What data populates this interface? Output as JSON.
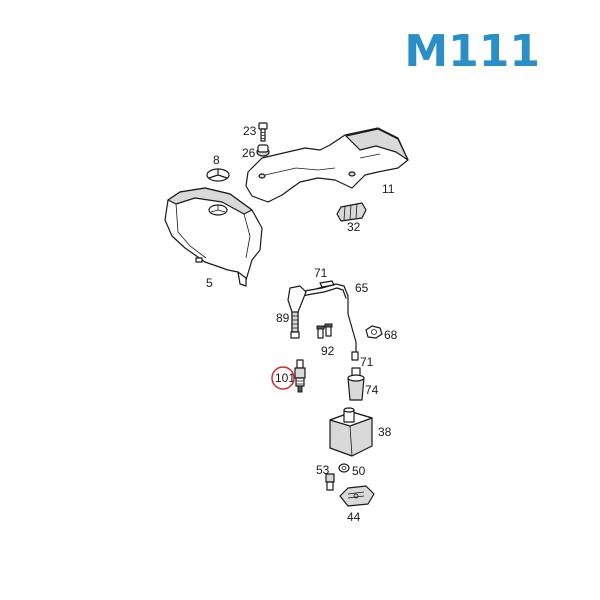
{
  "diagram": {
    "title": "M111",
    "title_color": "#2a8fc6",
    "highlight_color": "#d62828",
    "highlighted_part": "101",
    "parts": [
      {
        "id": "23",
        "label": "23"
      },
      {
        "id": "26",
        "label": "26"
      },
      {
        "id": "8",
        "label": "8"
      },
      {
        "id": "11",
        "label": "11"
      },
      {
        "id": "32",
        "label": "32"
      },
      {
        "id": "5",
        "label": "5"
      },
      {
        "id": "71a",
        "label": "71"
      },
      {
        "id": "65",
        "label": "65"
      },
      {
        "id": "89",
        "label": "89"
      },
      {
        "id": "68",
        "label": "68"
      },
      {
        "id": "92",
        "label": "92"
      },
      {
        "id": "71b",
        "label": "71"
      },
      {
        "id": "101",
        "label": "101"
      },
      {
        "id": "74",
        "label": "74"
      },
      {
        "id": "38",
        "label": "38"
      },
      {
        "id": "53",
        "label": "53"
      },
      {
        "id": "50",
        "label": "50"
      },
      {
        "id": "44",
        "label": "44"
      }
    ]
  }
}
